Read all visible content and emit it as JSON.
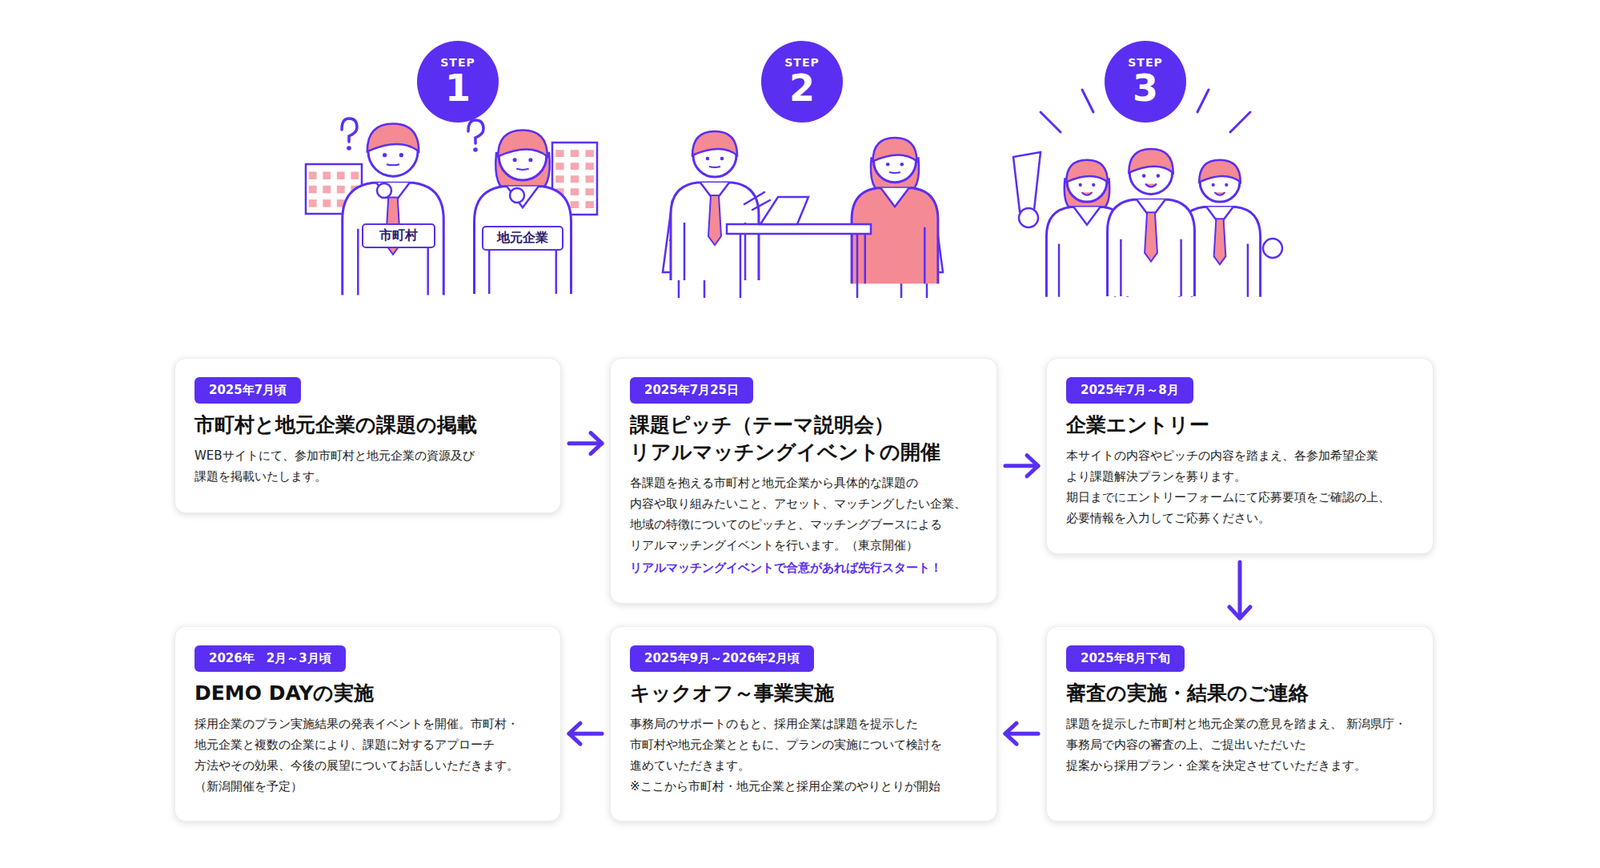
{
  "diagram": {
    "nodes": [
      {
        "text": [
          "STEP",
          "1"
        ]
      },
      {
        "text": [
          "STEP",
          "2"
        ]
      },
      {
        "text": [
          "STEP",
          "3"
        ]
      },
      {
        "text": [
          "市町村"
        ]
      },
      {
        "text": [
          "地元企業"
        ]
      },
      {
        "text": [
          "市町村と地元企業の課題の掲載",
          "WEBサイトにて、参加市町村と地元企業の資源及び 課題を掲載いたします。"
        ]
      },
      {
        "text": [
          "2025年7月頃"
        ],
        "in": 5
      },
      {
        "text": [
          "課題ピッチ（テーマ説明会） リアルマッチングイベントの開催",
          "各課題を抱える市町村と地元企業から具体的な課題の 内容や取り組みたいこと、アセット、マッチングしたい企業、 地域の特徴についてのピッチと、マッチングブースによる リアルマッチングイベントを行います。（東京開催）",
          "リアルマッチングイベントで合意があれば先行スタート！"
        ]
      },
      {
        "text": [
          "2025年7月25日"
        ],
        "in": 7
      },
      {
        "text": [
          "企業エントリー",
          "本サイトの内容やピッチの内容を踏まえ、各参加希望企業 より課題解決プランを募ります。 期日までにエントリーフォームにて応募要項をご確認の上、 必要情報を入力してご応募ください。"
        ]
      },
      {
        "text": [
          "2025年7月～8月"
        ],
        "in": 9
      },
      {
        "text": [
          "審査の実施・結果のご連絡",
          "課題を提示した市町村と地元企業の意見を踏まえ、 新潟県庁・事務局で内容の審査の上、ご提出いただいた 提案から採用プラン・企業を決定させていただきます。"
        ]
      },
      {
        "text": [
          "2025年8月下旬"
        ],
        "in": 11
      },
      {
        "text": [
          "キックオフ～事業実施",
          "事務局のサポートのもと、採用企業は課題を提示した 市町村や地元企業とともに、プランの実施について検討を 進めていただきます。",
          "※ここから市町村・地元企業と採用企業のやりとりが開始"
        ]
      },
      {
        "text": [
          "2025年9月～2026年2月頃"
        ],
        "in": 13
      },
      {
        "text": [
          "DEMO DAYの実施",
          "採用企業のプラン実施結果の発表イベントを開催。市町村・ 地元企業と複数の企業により、課題に対するアプローチ 方法やその効果、今後の展望についてお話しいただきます。 （新潟開催を予定）"
        ]
      },
      {
        "text": [
          "2026年　2月～3月頃"
        ],
        "in": 15
      }
    ],
    "edges": [
      {
        "from": 5,
        "to": 7,
        "arrow": "to"
      },
      {
        "from": 7,
        "to": 9,
        "arrow": "to"
      },
      {
        "from": 9,
        "to": 11,
        "arrow": "to"
      },
      {
        "from": 11,
        "to": 13,
        "arrow": "to"
      },
      {
        "from": 13,
        "to": 15,
        "arrow": "to"
      }
    ]
  }
}
